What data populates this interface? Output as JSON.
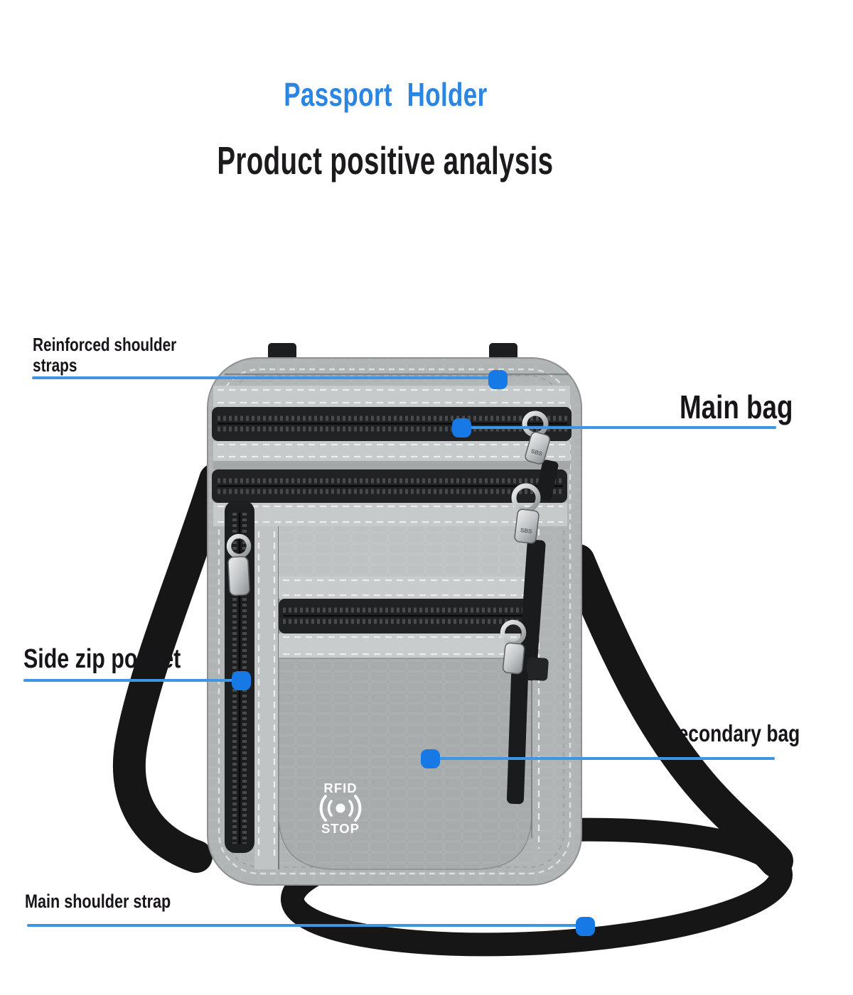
{
  "header": {
    "title": "Passport Holder",
    "subtitle": "Product positive analysis",
    "title_color": "#2b85e2",
    "subtitle_color": "#1d1a1d"
  },
  "callouts": {
    "line_color": "#3d95e4",
    "dot_color": "#1679e6",
    "items": [
      {
        "id": "reinforced-shoulder-straps",
        "label": "Reinforced shoulder straps"
      },
      {
        "id": "main-bag",
        "label": "Main bag"
      },
      {
        "id": "side-zip-pocket",
        "label": "Side zip pocket"
      },
      {
        "id": "secondary-bag",
        "label": "Secondary bag"
      },
      {
        "id": "main-shoulder-strap",
        "label": "Main shoulder strap"
      }
    ]
  },
  "product": {
    "name": "gray RFID-blocking passport holder neck bag",
    "rfid_badge": {
      "line1": "RFID",
      "line2": "STOP"
    },
    "zipper_brand": "SBS",
    "colors": {
      "bag_body": "#b1b4b5",
      "reflective_band": "#c7cacb",
      "zipper_black": "#212223",
      "strap_black": "#161616",
      "pull_silver": "#c3c6c8",
      "logo_white": "#ffffff"
    }
  }
}
